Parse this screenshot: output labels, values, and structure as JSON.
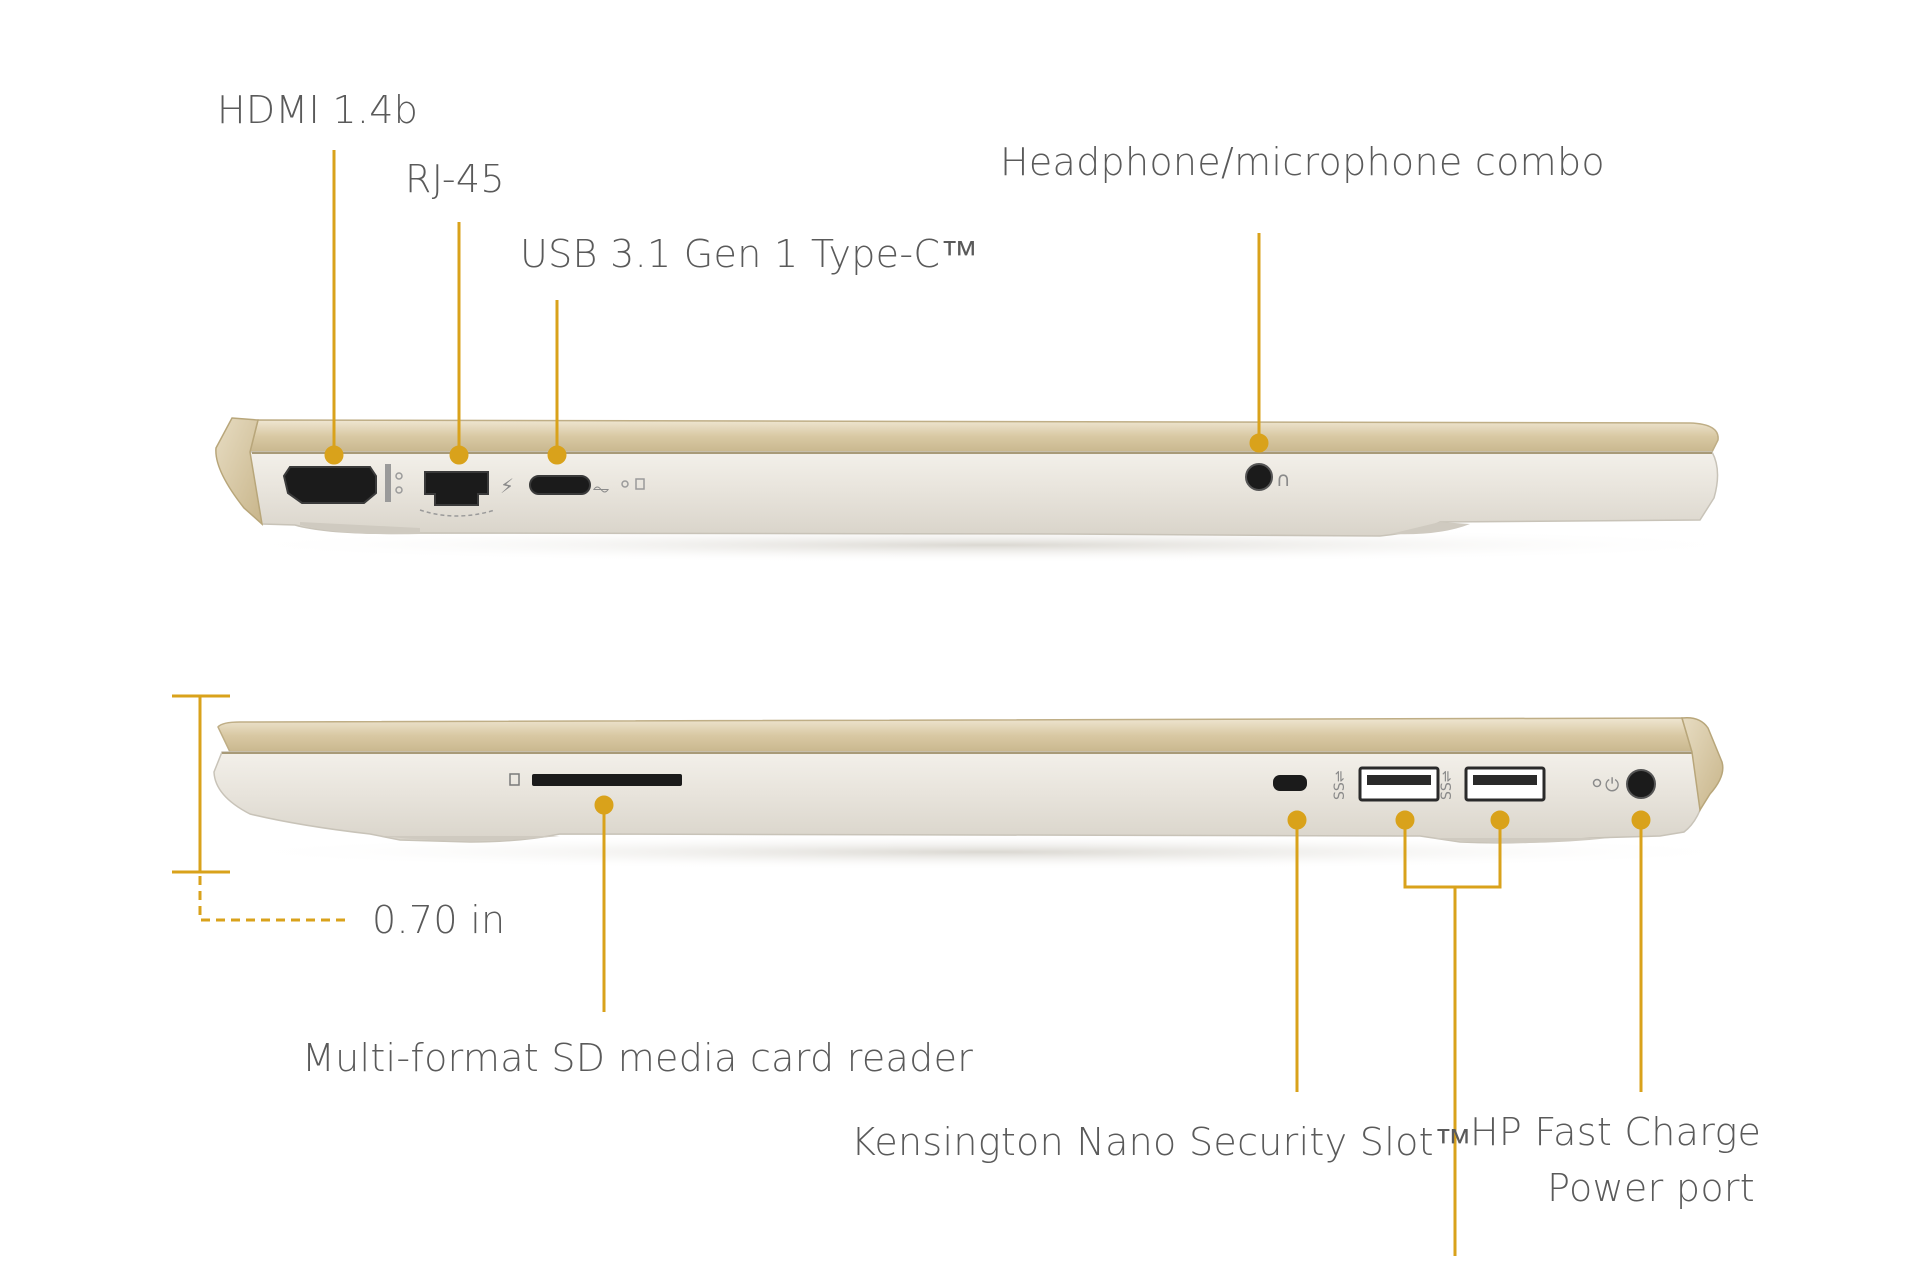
{
  "colors": {
    "accent": "#d9a21b",
    "label_text": "#5a5a5a",
    "chassis_light": "#e9e5de",
    "chassis_gold": "#d8c9a8",
    "port_black": "#1b1b1b"
  },
  "left_side_view": {
    "callouts": {
      "hdmi": "HDMI 1.4b",
      "rj45": "RJ-45",
      "usb_c": "USB 3.1 Gen 1 Type-C™",
      "audio": "Headphone/microphone combo"
    }
  },
  "right_side_view": {
    "callouts": {
      "sd_reader": "Multi-format SD media card reader",
      "security_slot": "Kensington Nano Security Slot™",
      "power_line1": "HP Fast Charge",
      "power_line2": "Power port"
    }
  },
  "thickness": {
    "value_label": "0.70 in"
  }
}
